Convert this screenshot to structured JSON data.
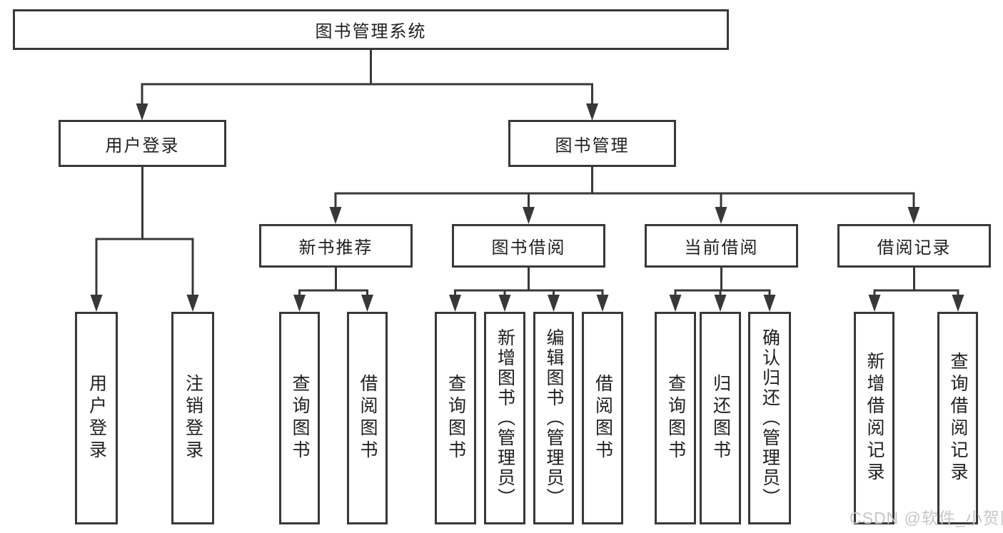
{
  "colors": {
    "line": "#383838",
    "text": "#1f1f1f",
    "box-bg": "#ffffff",
    "watermark": "#c6c6c6"
  },
  "watermark": "CSDN @软件_小贺同学",
  "tree": {
    "label": "图书管理系统",
    "children": [
      {
        "label": "用户登录",
        "children": [
          {
            "label": "用户登录"
          },
          {
            "label": "注销登录"
          }
        ]
      },
      {
        "label": "图书管理",
        "children": [
          {
            "label": "新书推荐",
            "children": [
              {
                "label": "查询图书"
              },
              {
                "label": "借阅图书"
              }
            ]
          },
          {
            "label": "图书借阅",
            "children": [
              {
                "label": "查询图书"
              },
              {
                "label": "新增图书（管理员）"
              },
              {
                "label": "编辑图书（管理员）"
              },
              {
                "label": "借阅图书"
              }
            ]
          },
          {
            "label": "当前借阅",
            "children": [
              {
                "label": "查询图书"
              },
              {
                "label": "归还图书"
              },
              {
                "label": "确认归还（管理员）"
              }
            ]
          },
          {
            "label": "借阅记录",
            "children": [
              {
                "label": "新增借阅记录"
              },
              {
                "label": "查询借阅记录"
              }
            ]
          }
        ]
      }
    ]
  }
}
